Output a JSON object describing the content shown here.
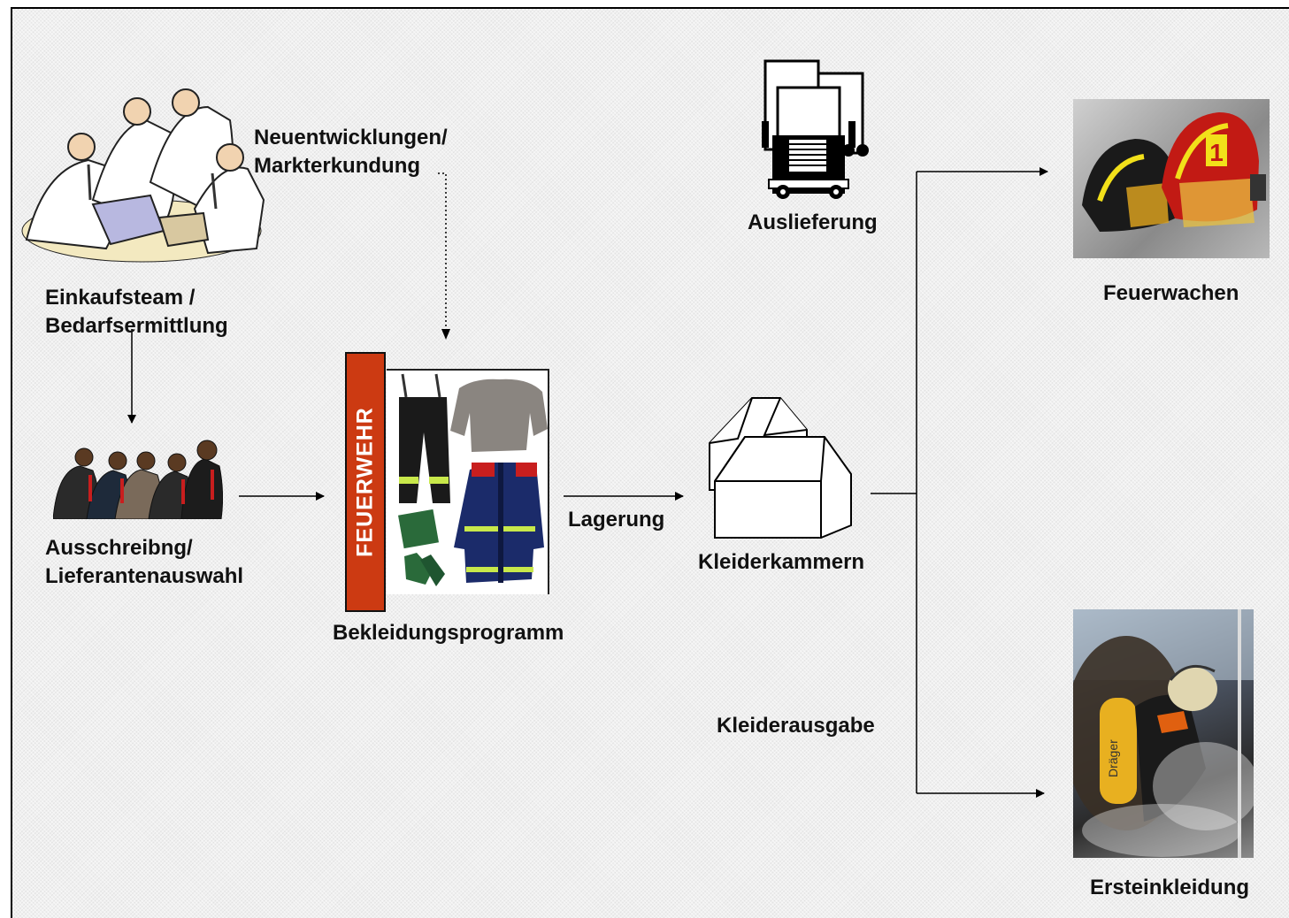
{
  "labels": {
    "neuentwicklungen_l1": "Neuentwicklungen/",
    "neuentwicklungen_l2": "Markterkundung",
    "einkauf_l1": "Einkaufsteam /",
    "einkauf_l2": "Bedarfsermittlung",
    "ausschreibung_l1": "Ausschreibng/",
    "ausschreibung_l2": "Lieferantenauswahl",
    "bekleidungsprogramm": "Bekleidungsprogramm",
    "lagerung": "Lagerung",
    "kleiderkammern": "Kleiderkammern",
    "auslieferung": "Auslieferung",
    "feuerwachen": "Feuerwachen",
    "kleiderausgabe": "Kleiderausgabe",
    "ersteinkleidung": "Ersteinkleidung",
    "feuerwehr": "FEUERWEHR"
  },
  "colors": {
    "feuerwehr_bar": "#cc3a12",
    "background": "#f0f0f0"
  },
  "icons": [
    "team-meeting-icon",
    "business-group-icon",
    "trucks-icon",
    "houses-icon",
    "helmets-photo",
    "firefighter-photo",
    "clothing-collage"
  ]
}
